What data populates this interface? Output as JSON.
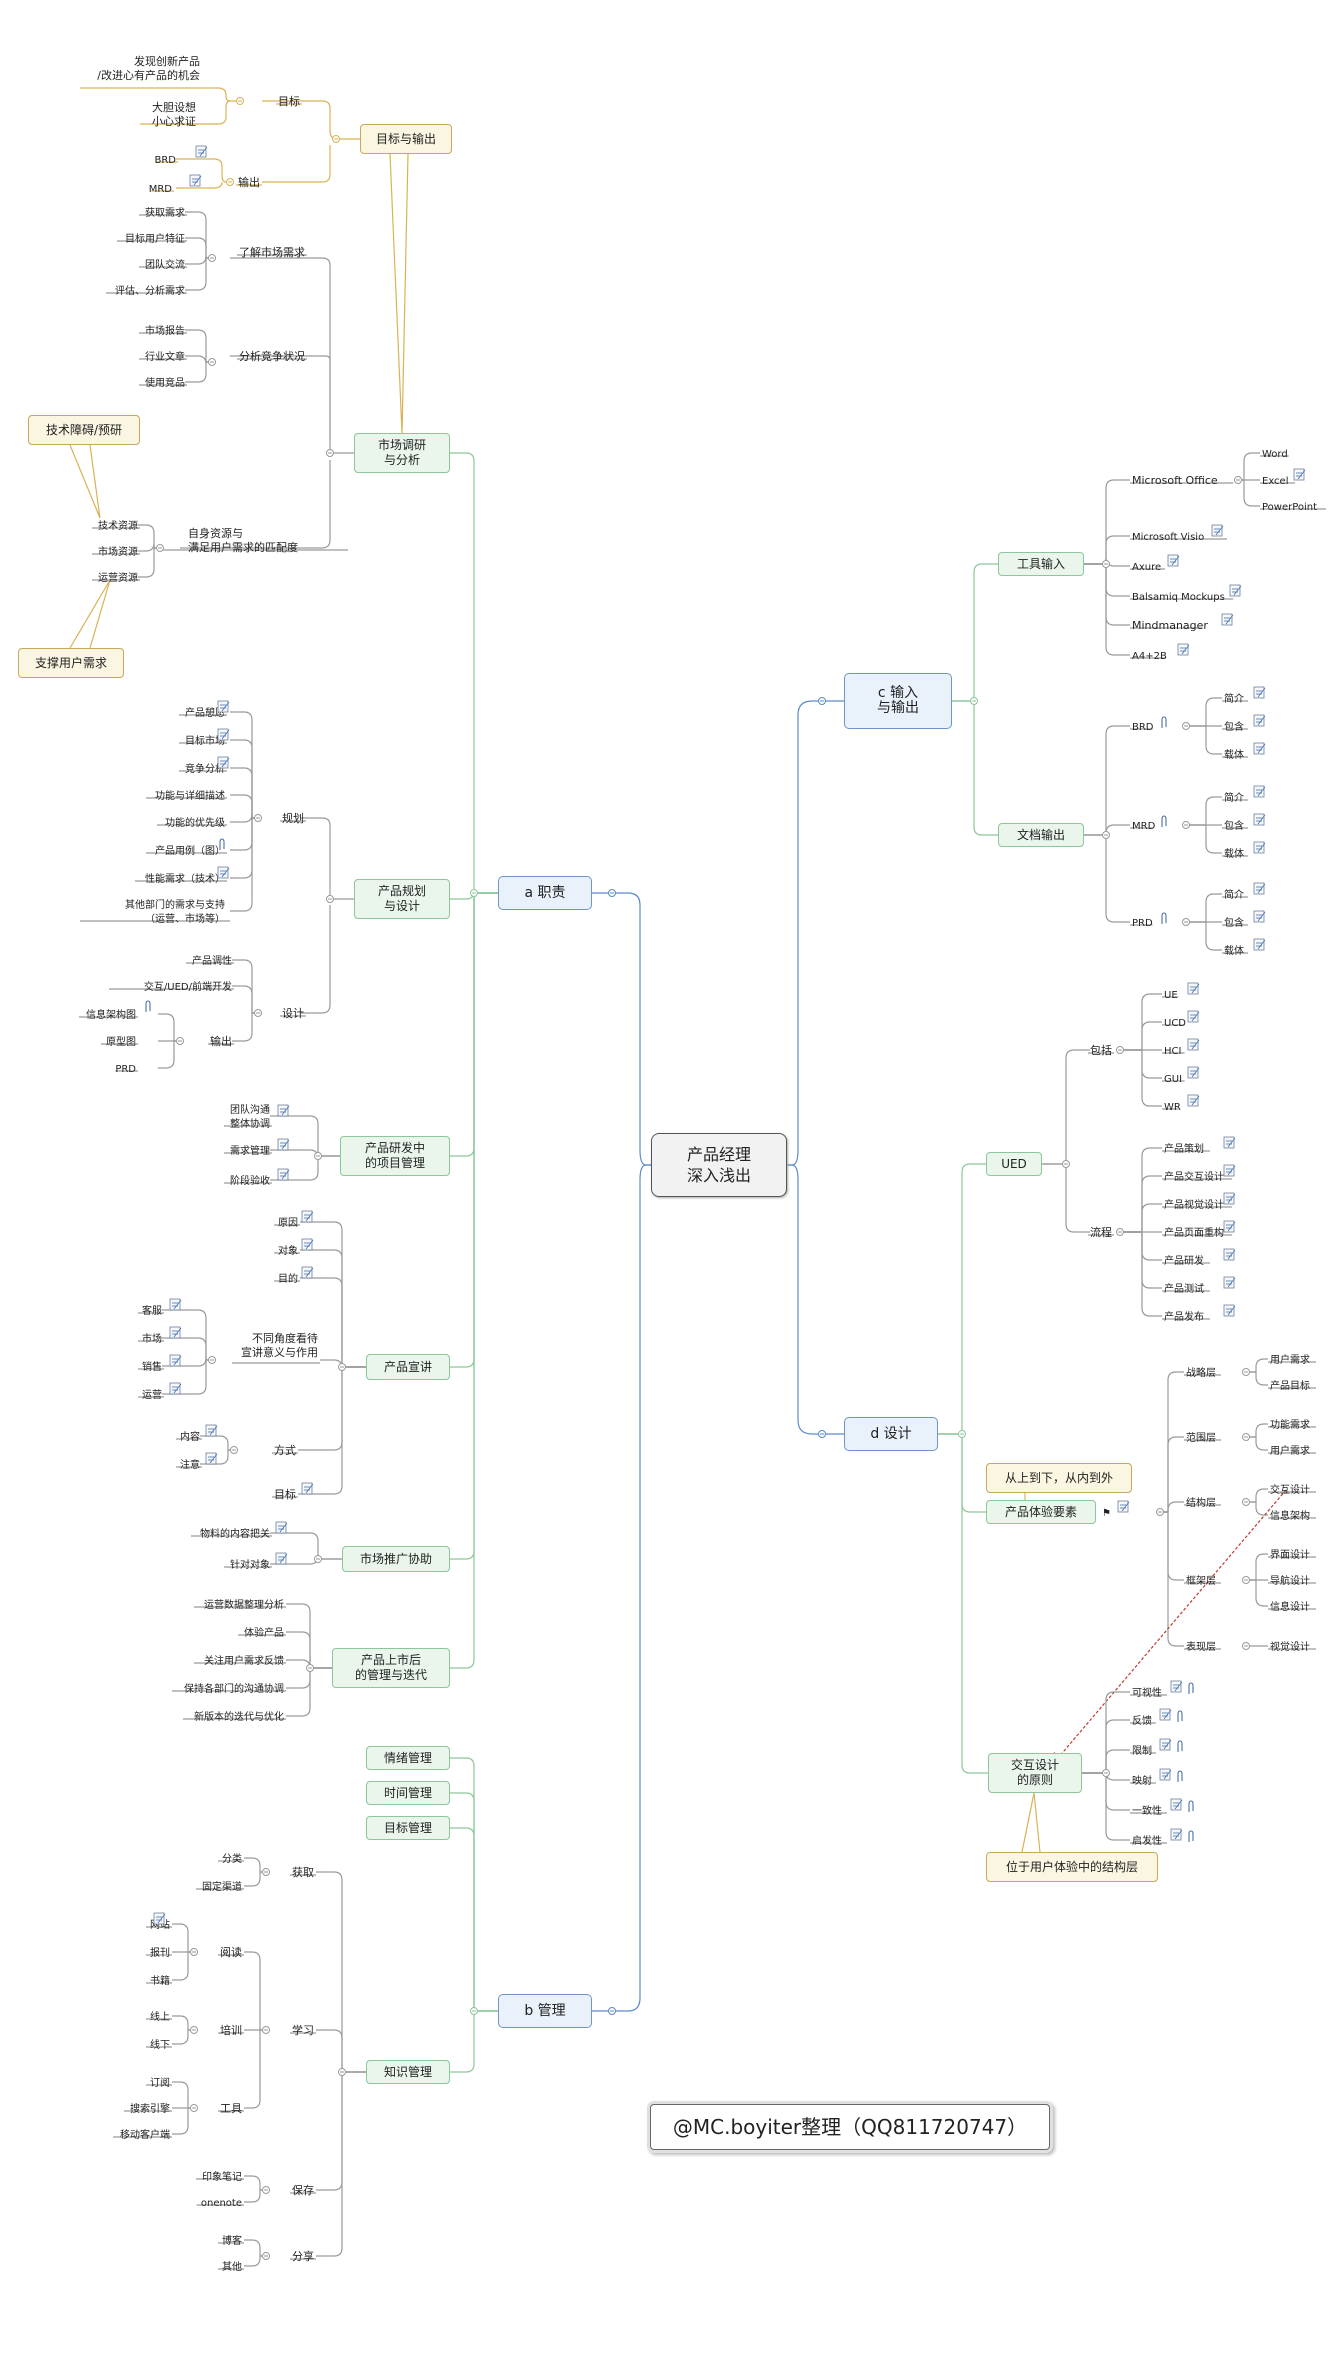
{
  "center": "产品经理\n深入浅出",
  "credit": "@MC.boyiter整理（QQ811720747）",
  "main_topics": {
    "a": "a 职责",
    "b": "b 管理",
    "c": "c 输入\n与输出",
    "d": "d 设计"
  },
  "a": {
    "market": "市场调研\n与分析",
    "goal_output": "目标与输出",
    "goal": "目标",
    "goal_1": "发现创新产品\n/改进心有产品的机会",
    "goal_2": "大胆设想\n小心求证",
    "output": "输出",
    "brd": "BRD",
    "mrd": "MRD",
    "know_market": "了解市场需求",
    "know_items": [
      "获取需求",
      "目标用户特征",
      "团队交流",
      "评估、分析需求"
    ],
    "competition": "分析竞争状况",
    "comp_items": [
      "市场报告",
      "行业文章",
      "使用竞品"
    ],
    "resources": "自身资源与\n满足用户需求的匹配度",
    "res_items": [
      "技术资源",
      "市场资源",
      "运营资源"
    ],
    "tech_barrier": "技术障碍/预研",
    "support_need": "支撑用户需求",
    "plan_design": "产品规划\n与设计",
    "plan": "规划",
    "plan_items": [
      "产品憩愿",
      "目标市场",
      "竞争分析",
      "功能与详细描述",
      "功能的优先级",
      "产品用例（图）",
      "性能需求（技术）",
      "其他部门的需求与支持\n（运营、市场等）"
    ],
    "design": "设计",
    "design_items": [
      "产品调性",
      "交互/UED/前端开发"
    ],
    "design_output": "输出",
    "design_out_items": [
      "信息架构图",
      "原型图",
      "PRD"
    ],
    "rd_pm": "产品研发中\n的项目管理",
    "rd_items": [
      "团队沟通\n整体协调",
      "需求管理",
      "阶段验收"
    ],
    "preach": "产品宣讲",
    "preach_items": [
      "原因",
      "对象",
      "目的"
    ],
    "angles": "不同角度看待\n宣讲意义与作用",
    "angle_items": [
      "客服",
      "市场",
      "销售",
      "运营"
    ],
    "method": "方式",
    "method_items": [
      "内容",
      "注意"
    ],
    "preach_goal": "目标",
    "promo": "市场推广协助",
    "promo_items": [
      "物料的内容把关",
      "针对对象"
    ],
    "post_launch": "产品上市后\n的管理与迭代",
    "post_items": [
      "运营数据整理分析",
      "体验产品",
      "关注用户需求反馈",
      "保持各部门的沟通协调",
      "新版本的迭代与优化"
    ]
  },
  "b": {
    "emotion": "情绪管理",
    "time": "时间管理",
    "target": "目标管理",
    "knowledge": "知识管理",
    "acquire": "获取",
    "acquire_items": [
      "分类",
      "固定渠道"
    ],
    "learn": "学习",
    "read": "阅读",
    "read_items": [
      "网站",
      "报刊",
      "书籍"
    ],
    "train": "培训",
    "train_items": [
      "线上",
      "线下"
    ],
    "tools": "工具",
    "tool_items": [
      "订阅",
      "搜索引擎",
      "移动客户端"
    ],
    "store": "保存",
    "store_items": [
      "印象笔记",
      "onenote"
    ],
    "share": "分享",
    "share_items": [
      "博客",
      "其他"
    ]
  },
  "c": {
    "tools_in": "工具输入",
    "office": "Microsoft Office",
    "office_items": [
      "Word",
      "Excel",
      "PowerPoint"
    ],
    "tool_items": [
      "Microsoft Visio",
      "Axure",
      "Balsamiq Mockups",
      "Mindmanager",
      "A4+2B"
    ],
    "docs_out": "文档输出",
    "docs": [
      "BRD",
      "MRD",
      "PRD"
    ],
    "doc_items": [
      "简介",
      "包含",
      "载体"
    ]
  },
  "d": {
    "ued": "UED",
    "include": "包括",
    "include_items": [
      "UE",
      "UCD",
      "HCI",
      "GUI",
      "WR"
    ],
    "flow": "流程",
    "flow_items": [
      "产品策划",
      "产品交互设计",
      "产品视觉设计",
      "产品页面重构",
      "产品研发",
      "产品测试",
      "产品发布"
    ],
    "experience": "产品体验要素",
    "exp_note": "从上到下，从内到外",
    "layers": [
      {
        "name": "战略层",
        "items": [
          "用户需求",
          "产品目标"
        ]
      },
      {
        "name": "范围层",
        "items": [
          "功能需求",
          "用户需求"
        ]
      },
      {
        "name": "结构层",
        "items": [
          "交互设计",
          "信息架构"
        ]
      },
      {
        "name": "框架层",
        "items": [
          "界面设计",
          "导航设计",
          "信息设计"
        ]
      },
      {
        "name": "表现层",
        "items": [
          "视觉设计"
        ]
      }
    ],
    "interaction": "交互设计\n的原则",
    "interaction_note": "位于用户体验中的结构层",
    "principles": [
      "可视性",
      "反馈",
      "限制",
      "映射",
      "一致性",
      "启发性"
    ]
  },
  "colors": {
    "blue_line": "#5b8bc9",
    "green_line": "#8cc69a",
    "gold_line": "#d7b356",
    "gray_line": "#9a9a9a",
    "relation": "#c0392b"
  }
}
